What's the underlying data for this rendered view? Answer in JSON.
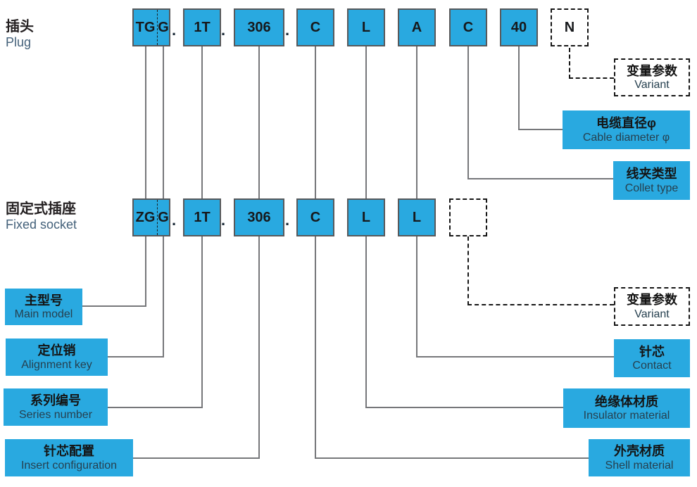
{
  "dot": ".",
  "headers": {
    "plug": {
      "zh": "插头",
      "en": "Plug"
    },
    "socket": {
      "zh": "固定式插座",
      "en": "Fixed socket"
    }
  },
  "plug_row": {
    "main": "TG",
    "key": "G",
    "series": "1T",
    "insert": "306",
    "shell": "C",
    "insulator": "L",
    "contact": "A",
    "collet": "C",
    "cable": "40",
    "variant": "N"
  },
  "socket_row": {
    "main": "ZG",
    "key": "G",
    "series": "1T",
    "insert": "306",
    "shell": "C",
    "insulator": "L",
    "contact": "L",
    "variant": ""
  },
  "labels": {
    "main_model": {
      "zh": "主型号",
      "en": "Main model"
    },
    "alignment_key": {
      "zh": "定位销",
      "en": "Alignment key"
    },
    "series_number": {
      "zh": "系列编号",
      "en": "Series number"
    },
    "insert_configuration": {
      "zh": "针芯配置",
      "en": "Insert configuration"
    },
    "variant_plug": {
      "zh": "变量参数",
      "en": "Variant"
    },
    "cable_diameter": {
      "zh": "电缆直径φ",
      "en": "Cable diameter φ"
    },
    "collet_type": {
      "zh": "线夹类型",
      "en": "Collet type"
    },
    "variant_socket": {
      "zh": "变量参数",
      "en": "Variant"
    },
    "contact": {
      "zh": "针芯",
      "en": "Contact"
    },
    "insulator_material": {
      "zh": "绝缘体材质",
      "en": "Insulator material"
    },
    "shell_material": {
      "zh": "外壳材质",
      "en": "Shell material"
    }
  },
  "colors": {
    "box_fill": "#29a9e0",
    "box_border": "#58595b",
    "line": "#76777a",
    "dash": "#161616",
    "code_text": "#17191c",
    "english_text": "#26404f",
    "header_english": "#44617a"
  }
}
